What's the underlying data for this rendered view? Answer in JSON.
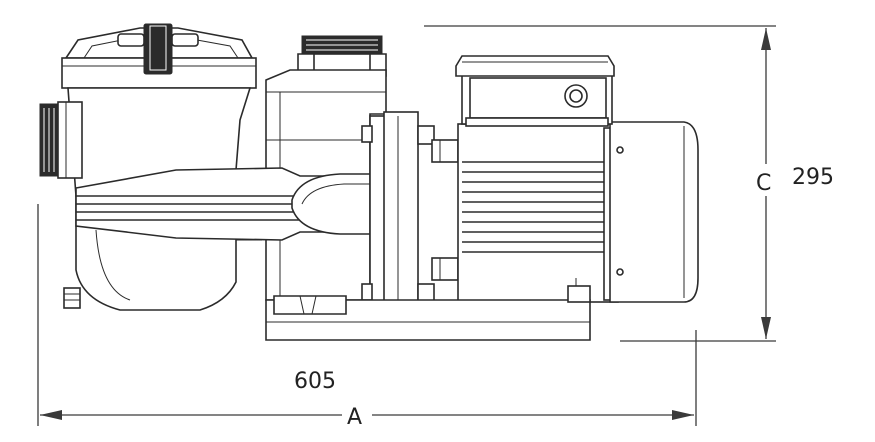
{
  "dimensions": {
    "length_letter": "A",
    "length_value": "605",
    "height_letter": "C",
    "height_value": "295"
  },
  "colors": {
    "line": "#2b2b2b",
    "background": "#ffffff"
  }
}
